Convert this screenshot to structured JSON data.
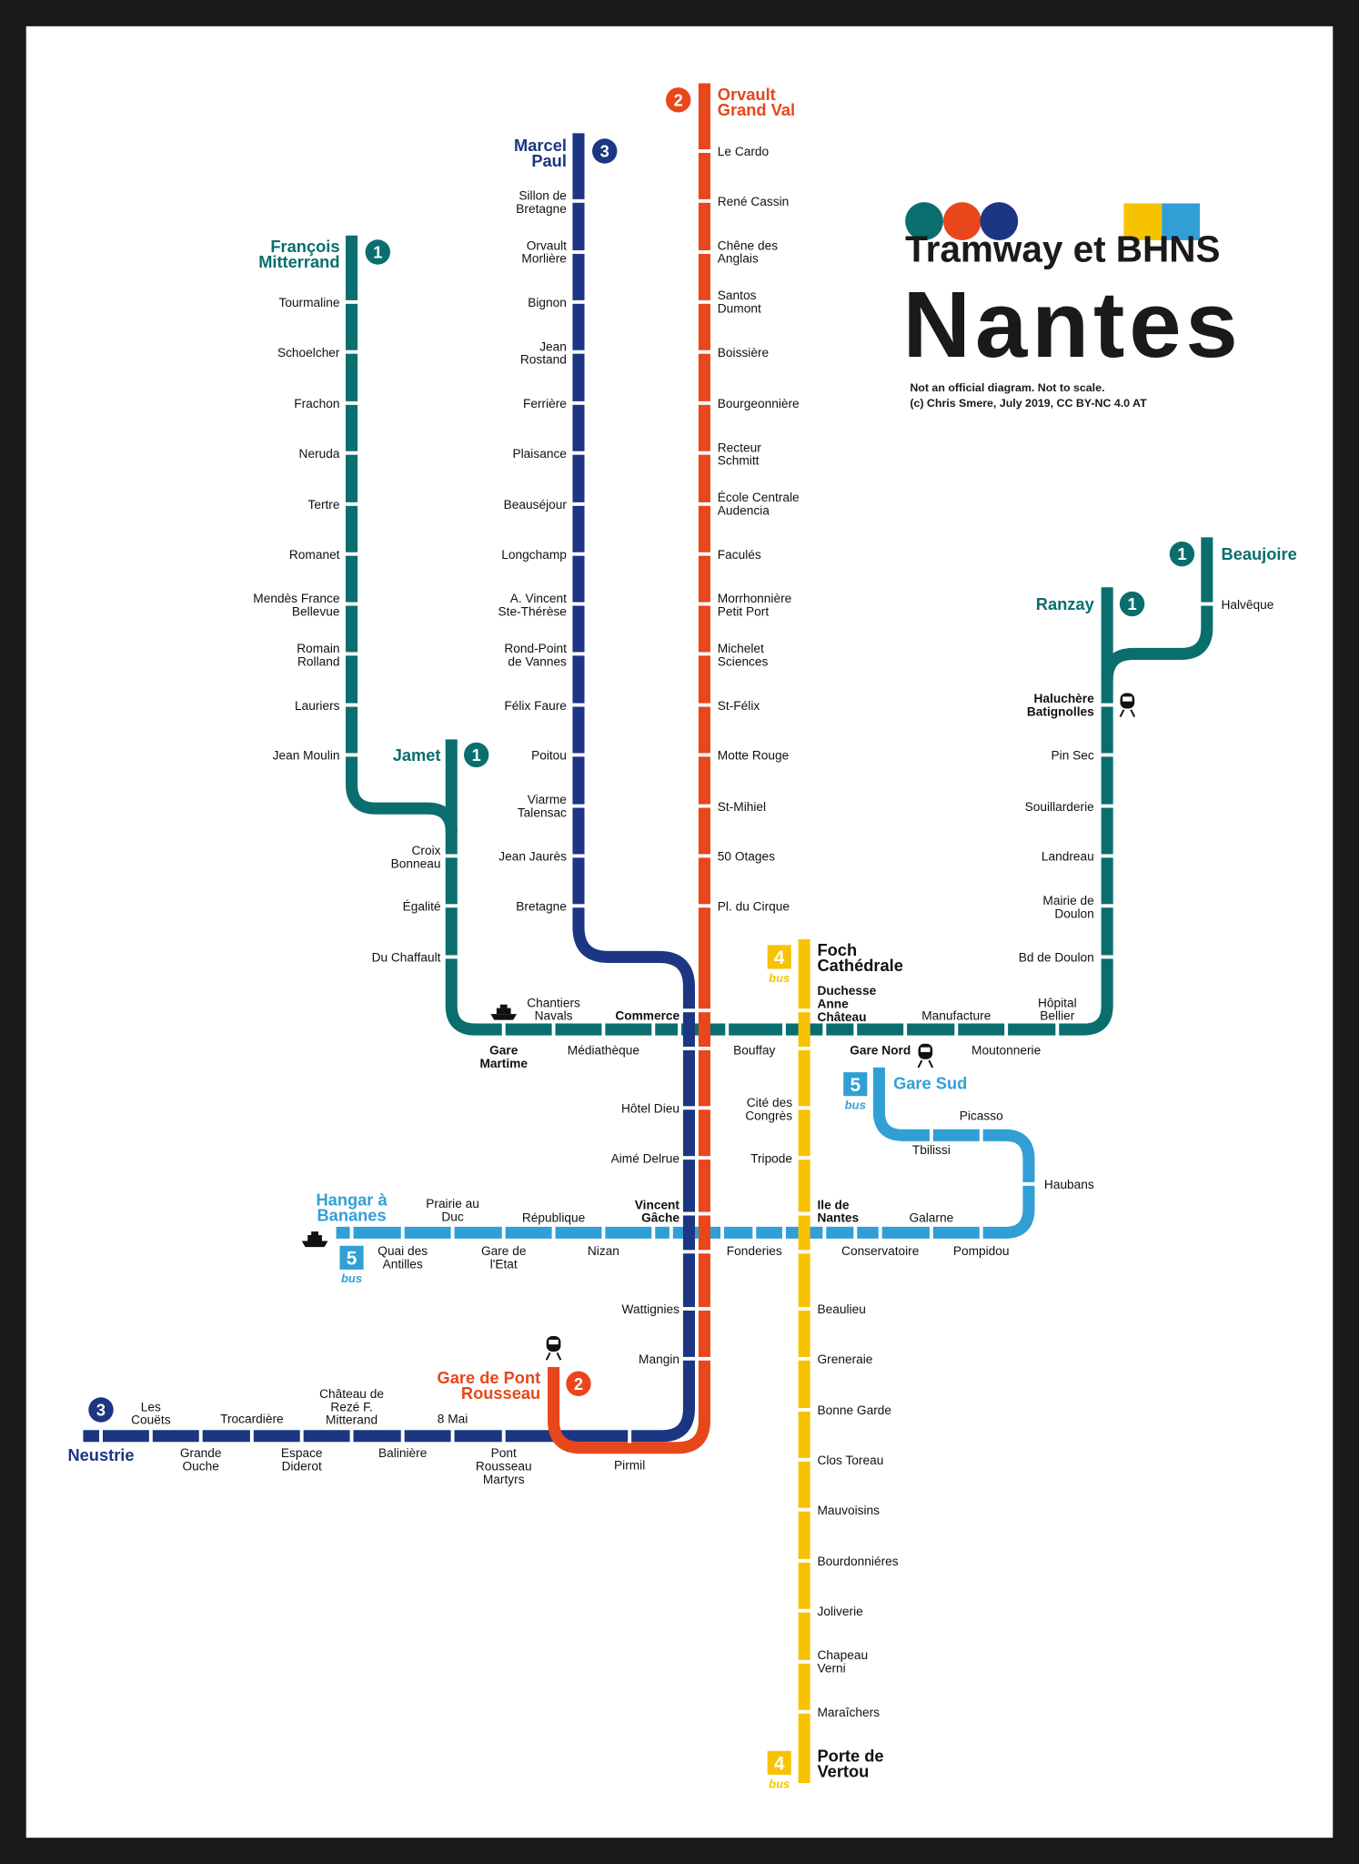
{
  "title": {
    "line1": "Tramway et BHNS",
    "line2": "Nantes",
    "note1": "Not an official diagram. Not to scale.",
    "note2": "(c) Chris Smere, July 2019,  CC BY-NC 4.0 AT"
  },
  "colors": {
    "line1": "#0a6e6e",
    "line2": "#e8461b",
    "line3": "#1c3683",
    "line4": "#f7c300",
    "line5": "#319fd6"
  },
  "badges": [
    "1",
    "1",
    "1",
    "1",
    "2",
    "3",
    "2",
    "3"
  ],
  "bus_badges": [
    {
      "num": "4",
      "label": "bus"
    },
    {
      "num": "4",
      "label": "bus"
    },
    {
      "num": "5",
      "label": "bus"
    },
    {
      "num": "5",
      "label": "bus"
    }
  ],
  "termini": [
    "François\nMitterrand",
    "Jamet",
    "Ranzay",
    "Beaujoire",
    "Orvault\nGrand Val",
    "Marcel\nPaul",
    "Gare de Pont\nRousseau",
    "Neustrie",
    "Foch\nCathédrale",
    "Porte de\nVertou",
    "Hangar à\nBananes",
    "Gare Sud"
  ],
  "stations": [
    "Tourmaline",
    "Schoelcher",
    "Frachon",
    "Neruda",
    "Tertre",
    "Romanet",
    "Mendès France\nBellevue",
    "Romain\nRolland",
    "Lauriers",
    "Jean Moulin",
    "Croix\nBonneau",
    "Égalité",
    "Du Chaffault",
    "Gare\nMartime",
    "Chantiers\nNavals",
    "Médiathèque",
    "Commerce",
    "Bouffay",
    "Duchesse\nAnne\nChâteau",
    "Manufacture",
    "Gare Nord",
    "Moutonnerie",
    "Hôpital\nBellier",
    "Bd de Doulon",
    "Mairie de\nDoulon",
    "Landreau",
    "Souillarderie",
    "Pin Sec",
    "Haluchère\nBatignolles",
    "Halvêque",
    "Le Cardo",
    "René Cassin",
    "Chêne des\nAnglais",
    "Santos\nDumont",
    "Boissière",
    "Bourgeonnière",
    "Recteur\nSchmitt",
    "École Centrale\nAudencia",
    "Faculés",
    "Morrhonnière\nPetit Port",
    "Michelet\nSciences",
    "St-Félix",
    "Motte Rouge",
    "St-Mihiel",
    "50 Otages",
    "Pl. du Cirque",
    "Sillon de\nBretagne",
    "Orvault\nMorlière",
    "Bignon",
    "Jean\nRostand",
    "Ferrière",
    "Plaisance",
    "Beauséjour",
    "Longchamp",
    "A. Vincent\nSte-Thérèse",
    "Rond-Point\nde Vannes",
    "Félix Faure",
    "Poitou",
    "Viarme\nTalensac",
    "Jean Jaurès",
    "Bretagne",
    "Hôtel Dieu",
    "Aimé Delrue",
    "Wattignies",
    "Mangin",
    "Cité des\nCongrès",
    "Tripode",
    "Ile de\nNantes",
    "Beaulieu",
    "Greneraie",
    "Bonne Garde",
    "Clos Toreau",
    "Mauvoisins",
    "Bourdonniéres",
    "Joliverie",
    "Chapeau\nVerni",
    "Maraîchers",
    "Quai des\nAntilles",
    "Prairie au\nDuc",
    "Gare de\nl'Etat",
    "République",
    "Nizan",
    "Vincent\nGâche",
    "Fonderies",
    "Conservatoire",
    "Galarne",
    "Pompidou",
    "Haubans",
    "Picasso",
    "Tbilissi",
    "Pirmil",
    "Pont\nRousseau\nMartyrs",
    "8 Mai",
    "Balinière",
    "Château de\nRezé F.\nMitterand",
    "Espace\nDiderot",
    "Trocardière",
    "Grande\nOuche",
    "Les\nCouëts"
  ]
}
